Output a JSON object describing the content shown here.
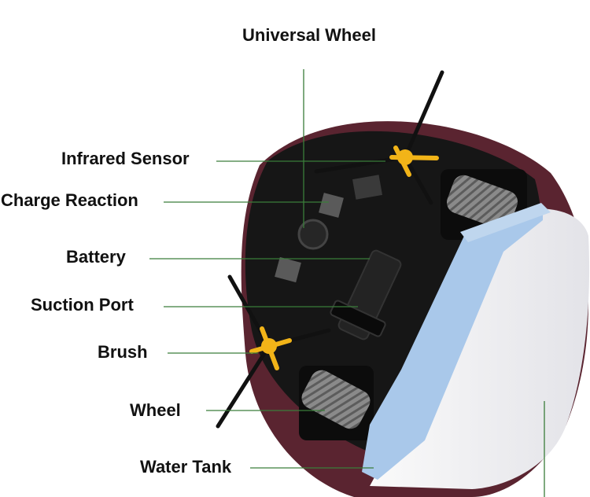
{
  "diagram": {
    "line_color": "#3a7d3a",
    "labels": {
      "universal_wheel": "Universal Wheel",
      "infrared_sensor": "Infrared Sensor",
      "charge_reaction": "Charge Reaction",
      "battery": "Battery",
      "suction_port": "Suction Port",
      "brush": "Brush",
      "wheel": "Wheel",
      "water_tank": "Water Tank"
    }
  },
  "device": {
    "body_color": "#161616",
    "rim_color": "#5a2430",
    "brush_hub_color": "#f2b418",
    "water_tank_color": "#a9c8ea",
    "mop_color": "#f1f1f4",
    "wheel_color": "#7c7c7c"
  }
}
